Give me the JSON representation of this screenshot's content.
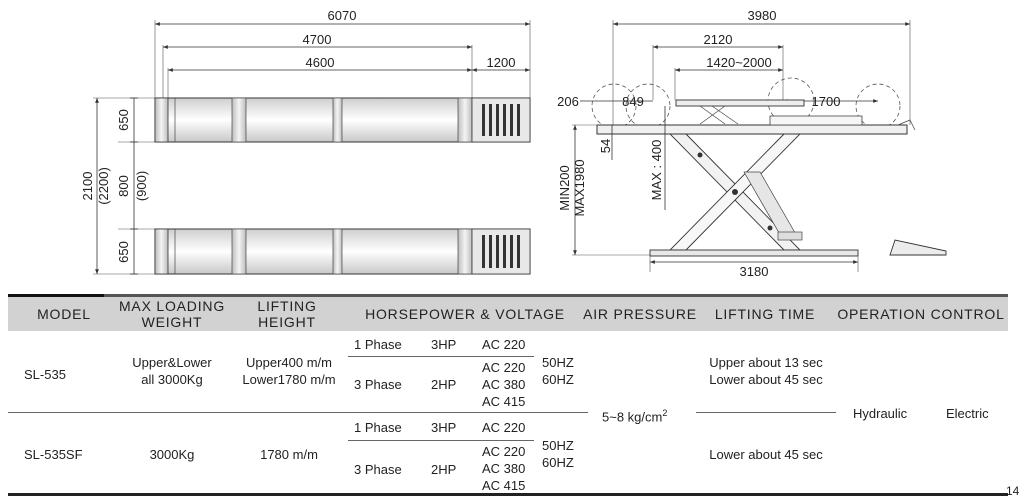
{
  "drawing": {
    "top_view": {
      "dim_overall_length": "6070",
      "dim_platform_length": "4700",
      "dim_inner_length": "4600",
      "dim_ramp_length": "1200",
      "dim_overall_width": "2100",
      "dim_overall_width_alt": "(2200)",
      "dim_platform_width_top": "650",
      "dim_gap": "800",
      "dim_gap_alt": "(900)",
      "dim_platform_width_bottom": "650"
    },
    "side_view": {
      "dim_overall": "3980",
      "dim_2120": "2120",
      "dim_wheelbase": "1420~2000",
      "dim_1700": "1700",
      "dim_206": "206",
      "dim_849": "849",
      "dim_54": "54",
      "dim_max400": "MAX : 400",
      "dim_min200": "MIN200",
      "dim_max1980": "MAX1980",
      "dim_base": "3180"
    }
  },
  "table": {
    "headers": {
      "model": "MODEL",
      "max_loading_weight": [
        "MAX LOADING",
        "WEIGHT"
      ],
      "lifting_height": [
        "LIFTING",
        "HEIGHT"
      ],
      "horsepower_voltage": "HORSEPOWER & VOLTAGE",
      "air_pressure": "AIR PRESSURE",
      "lifting_time": "LIFTING TIME",
      "operation_control": "OPERATION CONTROL"
    },
    "rows": [
      {
        "model": "SL-535",
        "max_loading_weight": [
          "Upper&Lower",
          "all 3000Kg"
        ],
        "lifting_height": [
          "Upper400 m/m",
          "Lower1780 m/m"
        ],
        "phase1": "1 Phase",
        "phase1_hp": "3HP",
        "phase1_ac": "AC 220",
        "phase3": "3 Phase",
        "phase3_hp": "2HP",
        "phase3_ac": [
          "AC 220",
          "AC 380",
          "AC 415"
        ],
        "hz": [
          "50HZ",
          "60HZ"
        ],
        "lifting_time": [
          "Upper about 13 sec",
          "Lower about 45 sec"
        ]
      },
      {
        "model": "SL-535SF",
        "max_loading_weight": "3000Kg",
        "lifting_height": "1780 m/m",
        "phase1": "1 Phase",
        "phase1_hp": "3HP",
        "phase1_ac": "AC 220",
        "phase3": "3 Phase",
        "phase3_hp": "2HP",
        "phase3_ac": [
          "AC 220",
          "AC 380",
          "AC 415"
        ],
        "hz": [
          "50HZ",
          "60HZ"
        ],
        "lifting_time": "Lower about 45 sec"
      }
    ],
    "shared": {
      "air_pressure": "5~8 kg/cm",
      "air_pressure_sup": "2",
      "operation": "Hydraulic",
      "control": "Electric"
    }
  },
  "page_number": "14"
}
